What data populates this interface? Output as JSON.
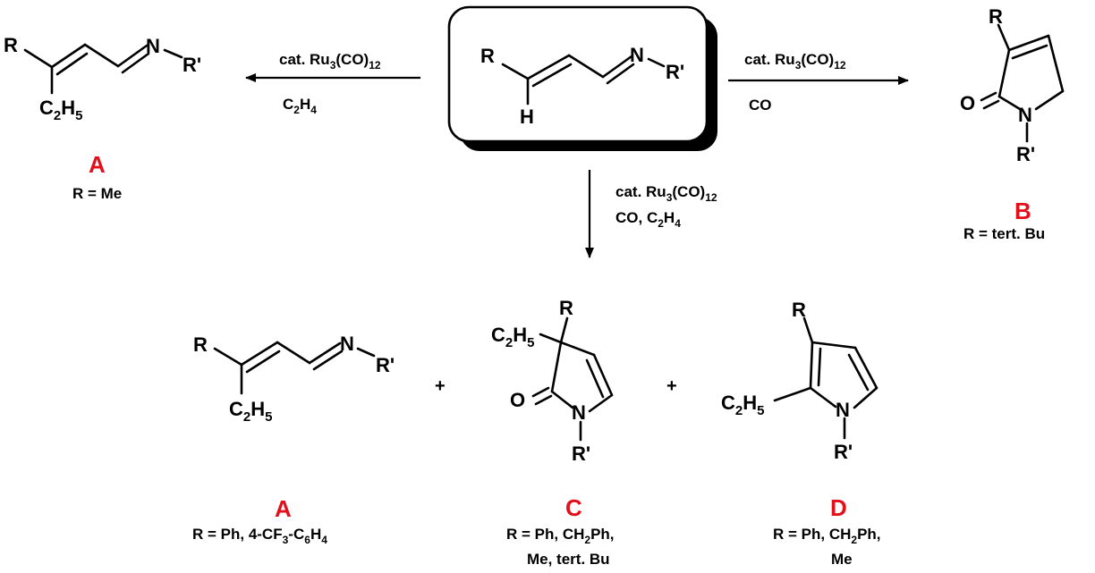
{
  "reactant": {
    "atoms": {
      "R": "R",
      "H": "H",
      "N": "N",
      "Rp": "R'"
    }
  },
  "reactions": {
    "left": {
      "catalyst_prefix": "cat. Ru",
      "catalyst_sub1": "3",
      "catalyst_mid": "(CO)",
      "catalyst_sub2": "12",
      "reagent_pre": "C",
      "reagent_sub1": "2",
      "reagent_mid": "H",
      "reagent_sub2": "4"
    },
    "right": {
      "catalyst_prefix": "cat. Ru",
      "catalyst_sub1": "3",
      "catalyst_mid": "(CO)",
      "catalyst_sub2": "12",
      "reagent": "CO"
    },
    "down": {
      "catalyst_prefix": "cat. Ru",
      "catalyst_sub1": "3",
      "catalyst_mid": "(CO)",
      "catalyst_sub2": "12",
      "reagent_pre": "CO, C",
      "reagent_sub1": "2",
      "reagent_mid": "H",
      "reagent_sub2": "4"
    }
  },
  "products": {
    "A_top": {
      "label": "A",
      "condition": "R = Me"
    },
    "B": {
      "label": "B",
      "condition": "R = tert. Bu"
    },
    "A_bottom": {
      "label": "A",
      "cond_pre": "R = Ph, 4-CF",
      "cond_s1": "3",
      "cond_mid": "-C",
      "cond_s2": "6",
      "cond_mid2": "H",
      "cond_s3": "4"
    },
    "C": {
      "label": "C",
      "cond_l1_pre": "R = Ph, CH",
      "cond_l1_sub": "2",
      "cond_l1_post": "Ph,",
      "cond_l2": "Me, tert. Bu"
    },
    "D": {
      "label": "D",
      "cond_l1_pre": "R = Ph, CH",
      "cond_l1_sub": "2",
      "cond_l1_post": "Ph,",
      "cond_l2": "Me"
    }
  },
  "atoms": {
    "R": "R",
    "Rp": "R'",
    "N": "N",
    "O": "O",
    "H": "H",
    "ethyl_C": "C",
    "ethyl_2": "2",
    "ethyl_H": "H",
    "ethyl_5": "5"
  },
  "plus": "+"
}
